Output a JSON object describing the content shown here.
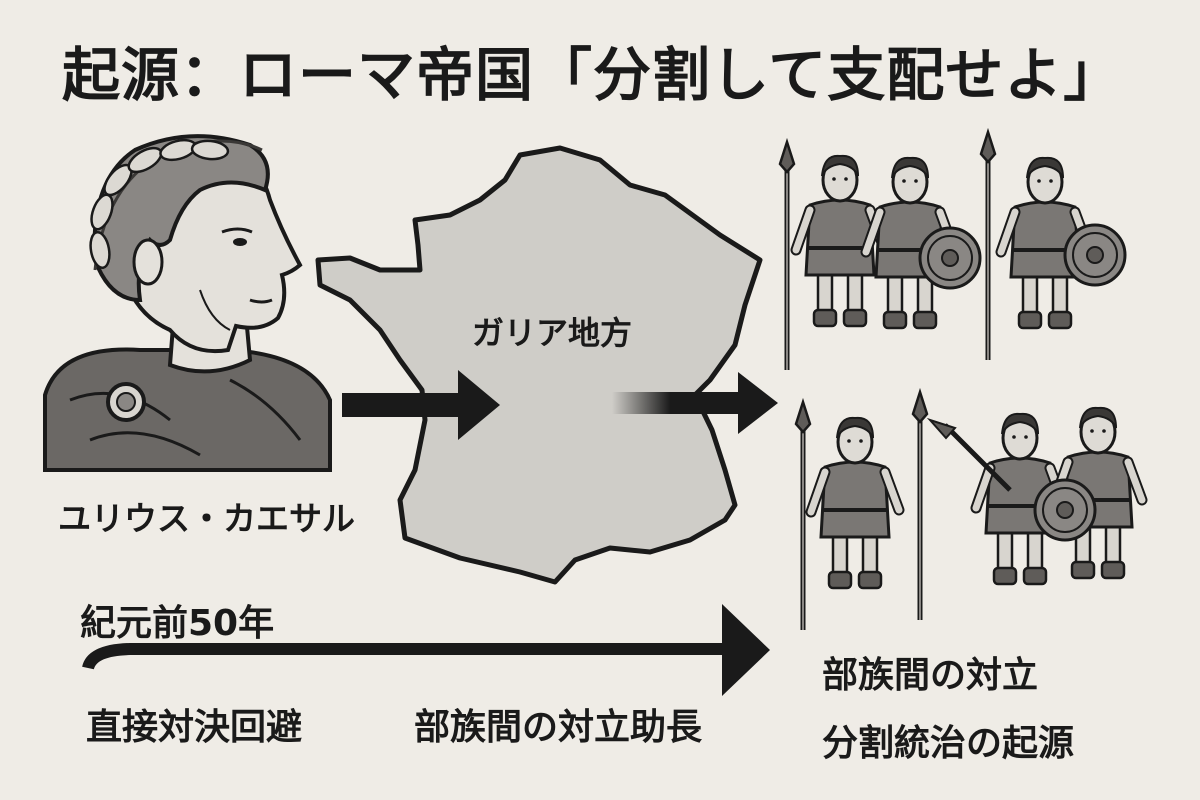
{
  "title": "起源：ローマ帝国「分割して支配せよ」",
  "caesar": {
    "label": "ユリウス・カエサル",
    "icon": "caesar-portrait"
  },
  "map": {
    "label": "ガリア地方",
    "icon": "gaul-map"
  },
  "timeline": {
    "year": "紀元前50年",
    "left_caption": "直接対決回避",
    "middle_caption": "部族間の対立助長"
  },
  "result": {
    "line1": "部族間の対立",
    "line2": "分割統治の起源"
  },
  "colors": {
    "background": "#efece6",
    "ink": "#1a1a1a",
    "map_fill": "#cfcdc8",
    "tunic": "#7a7774",
    "tunic_light": "#c9c6c0"
  }
}
